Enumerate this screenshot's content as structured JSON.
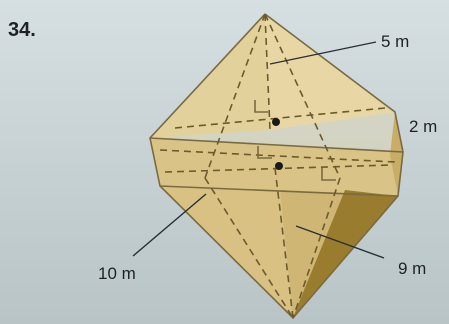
{
  "problem": {
    "number": "34."
  },
  "dimensions": {
    "top_height": "5 m",
    "prism_height": "2 m",
    "base_length": "10 m",
    "base_width": "9 m"
  },
  "colors": {
    "background": "#c9d3d6",
    "solid_light": "#e7d7a6",
    "solid_mid": "#dcc78d",
    "solid_dark": "#b59b52",
    "shadow_face": "#9a7c2e"
  }
}
